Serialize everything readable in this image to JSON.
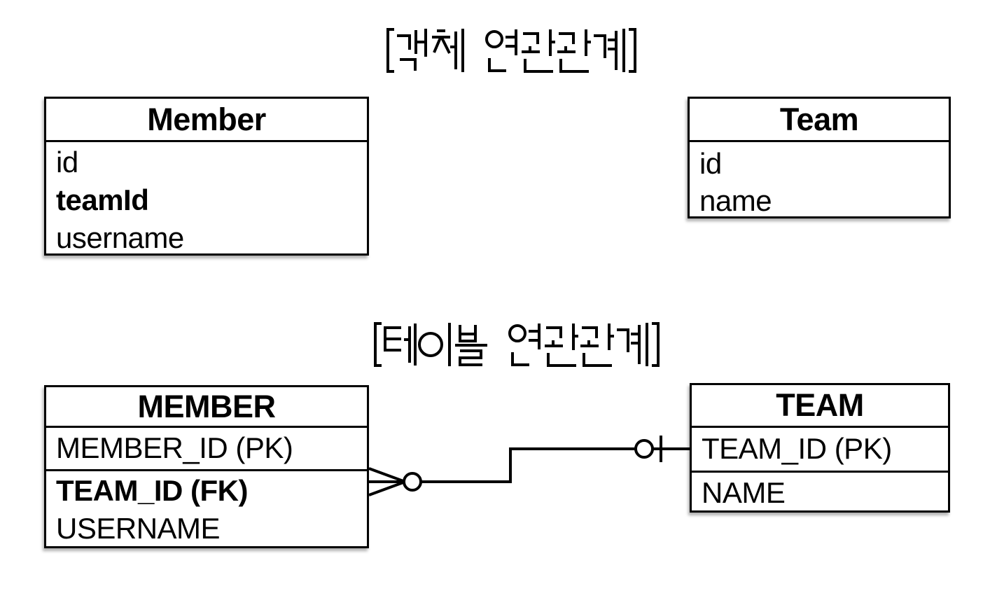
{
  "object_section": {
    "title": "[객체 연관관계]",
    "member": {
      "header": "Member",
      "fields": [
        "id",
        "teamId",
        "username"
      ]
    },
    "team": {
      "header": "Team",
      "fields": [
        "id",
        "name"
      ]
    }
  },
  "table_section": {
    "title": "[테이블 연관관계]",
    "member": {
      "header": "MEMBER",
      "rows": [
        "MEMBER_ID (PK)",
        "TEAM_ID (FK)",
        "USERNAME"
      ]
    },
    "team": {
      "header": "TEAM",
      "rows": [
        "TEAM_ID (PK)",
        "NAME"
      ]
    },
    "connector": {
      "member_end_notation": "zero-or-many (crow's foot with circle)",
      "team_end_notation": "zero-or-one (circle with bar)"
    }
  },
  "colors": {
    "background": "#ffffff",
    "ink": "#000000"
  }
}
